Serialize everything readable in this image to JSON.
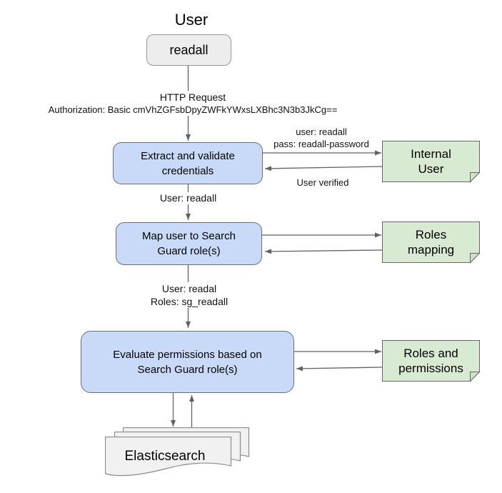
{
  "title": "User",
  "nodes": {
    "readall": "readall",
    "extract": "Extract and validate\ncredentials",
    "map_roles": "Map user to Search\nGuard role(s)",
    "evaluate": "Evaluate permissions based on\nSearch Guard role(s)",
    "internal_user": "Internal\nUser",
    "roles_mapping": "Roles\nmapping",
    "roles_permissions": "Roles and\npermissions",
    "elasticsearch": "Elasticsearch"
  },
  "edge_labels": {
    "http_request": "HTTP Request",
    "authorization": "Authorization: Basic cmVhZGFsbDpyZWFkYWxsLXBhc3N3b3JkCg==",
    "user_readall": "User: readall",
    "cred_user": "user: readall",
    "cred_pass": "pass: readall-password",
    "user_verified": "User verified",
    "user_readal": "User: readal",
    "roles_sg_readall": "Roles: sg_readall"
  },
  "colors": {
    "process_fill": "#c9daf8",
    "process_border": "#66707d",
    "note_fill": "#d9ead3",
    "note_fold": "#cde3c6",
    "note_border": "#666666",
    "terminal_fill": "#ededed",
    "document_fill": "#f1f1f1",
    "arrow": "#616161",
    "background": "#ffffff"
  }
}
